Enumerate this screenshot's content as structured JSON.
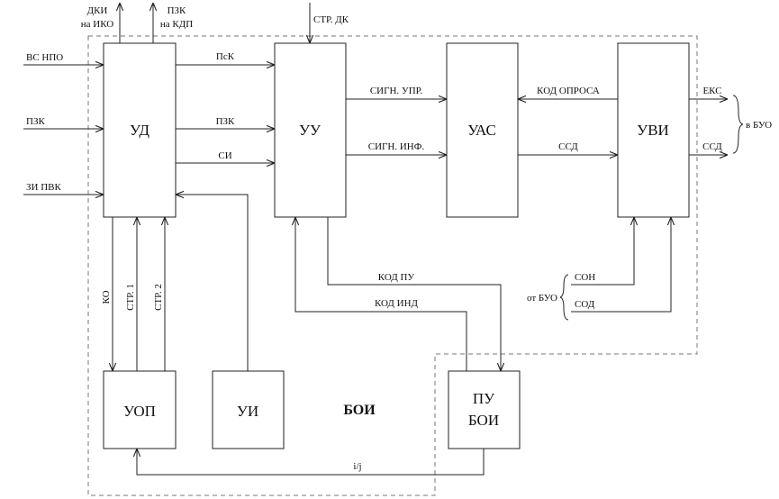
{
  "blocks": {
    "ud": "УД",
    "uu": "УУ",
    "uas": "УАС",
    "uvi": "УВИ",
    "uop": "УОП",
    "ui": "УИ",
    "pu_boi_line1": "ПУ",
    "pu_boi_line2": "БОИ"
  },
  "region_label": "БОИ",
  "signals": {
    "dki_line1": "ДКИ",
    "dki_line2": "на ИКО",
    "pzk_top_line1": "ПЗК",
    "pzk_top_line2": "на КДП",
    "str_dk": "СТР. ДК",
    "vs_npo": "ВС НПО",
    "pzk_in": "ПЗК",
    "zi_pvk": "ЗИ ПВК",
    "psk": "ПсК",
    "pzk_mid": "ПЗК",
    "si": "СИ",
    "sign_upr": "СИГН. УПР.",
    "sign_inf": "СИГН. ИНФ.",
    "kod_oprosa": "КОД ОПРОСА",
    "ssd_mid": "ССД",
    "eks": "ЕКС",
    "ssd_out": "ССД",
    "v_buo": "в БУО",
    "kod_pu": "КОД ПУ",
    "kod_ind": "КОД ИНД",
    "son": "СОН",
    "sod": "СОД",
    "ot_buo": "от БУО",
    "ko": "КО",
    "str1": "СТР. 1",
    "str2": "СТР. 2",
    "ij": "i/j"
  }
}
